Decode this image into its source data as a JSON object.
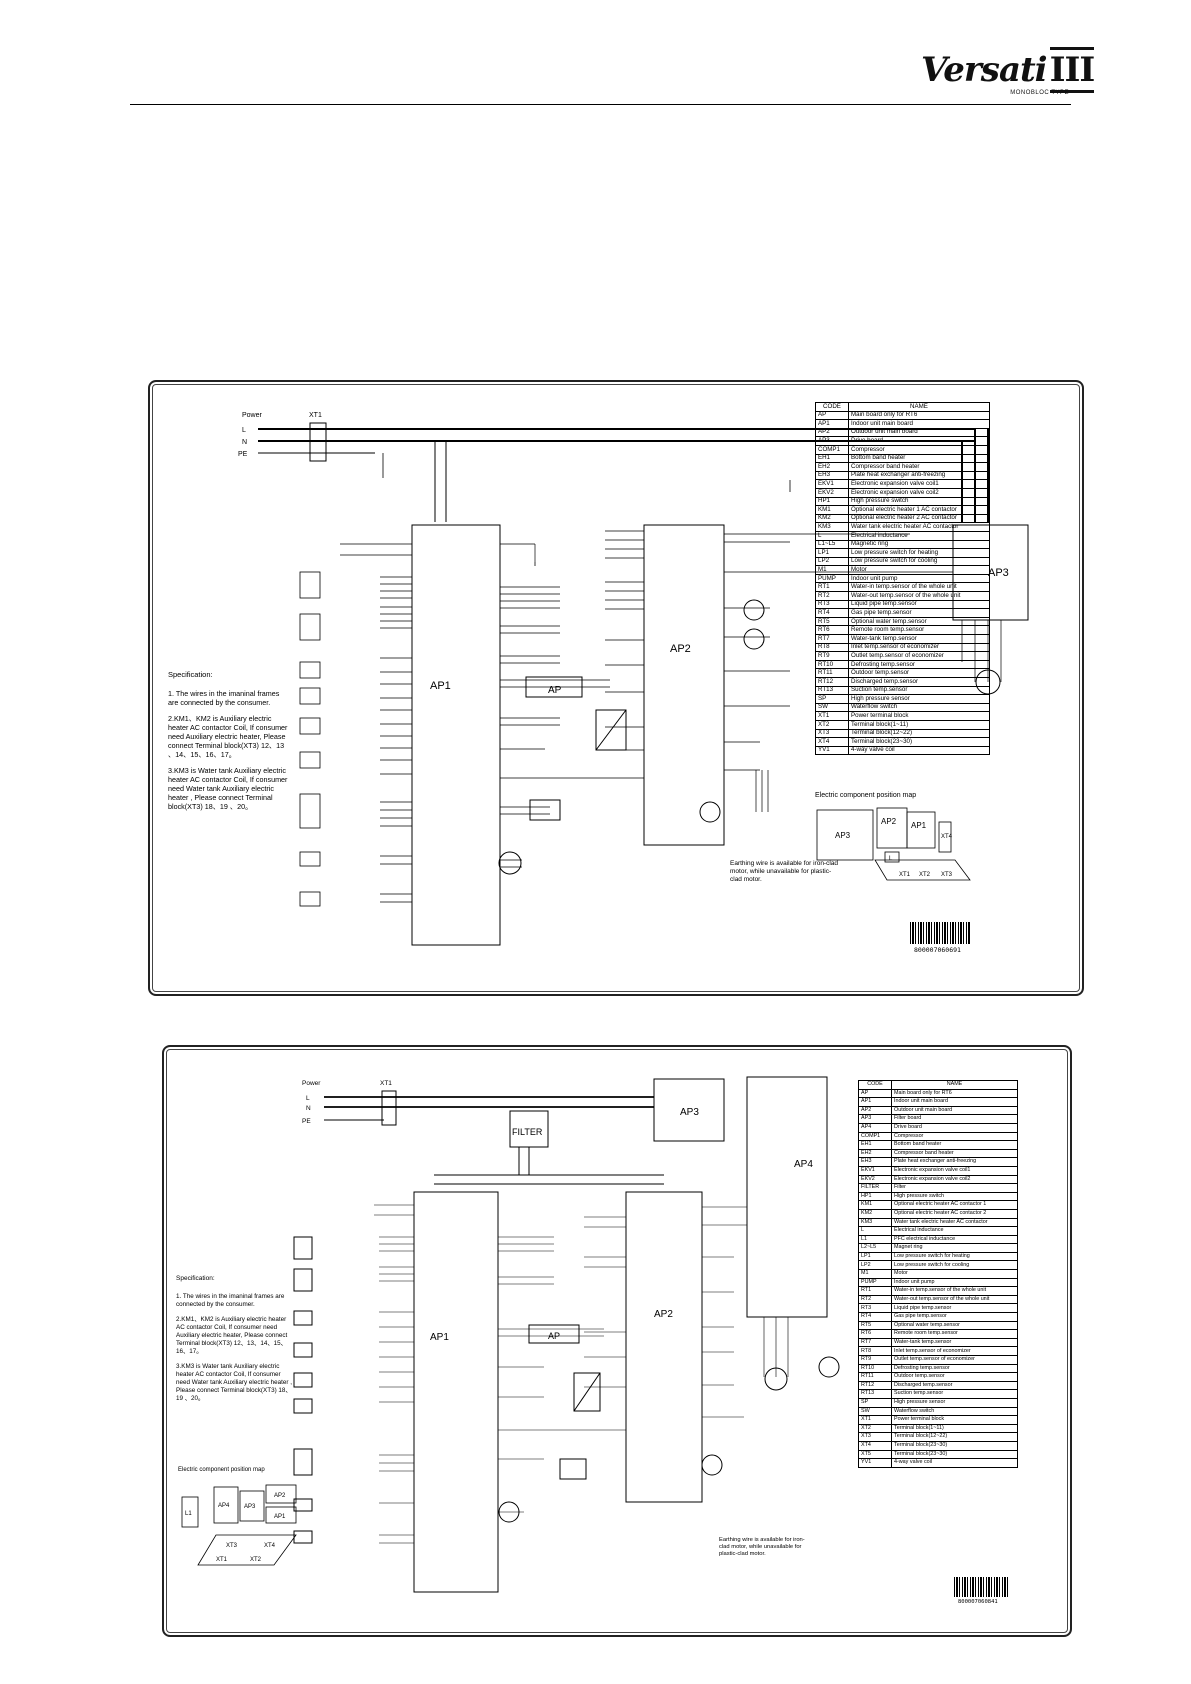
{
  "header": {
    "brand": "Versati",
    "brand_numeral": "III",
    "brand_sub": "MONOBLOC TYPE"
  },
  "diagram1": {
    "power_label": "Power",
    "terminals": [
      "L",
      "N",
      "PE"
    ],
    "xt1": "XT1",
    "boards": {
      "ap1": "AP1",
      "ap2": "AP2",
      "ap3": "AP3",
      "ap": "AP"
    },
    "spec": {
      "title": "Specification:",
      "p1": "1. The wires in the imaninal frames are connected by the consumer.",
      "p2": "2.KM1、KM2 is Auxiliary electric heater AC contactor Coil, If consumer need Auxiliary electric heater, Please connect Terminal block(XT3) 12、13 、14、15、16、17。",
      "p3": "3.KM3 is Water tank Auxiliary electric heater AC contactor Coil, If consumer need Water tank Auxiliary electric heater , Please connect Terminal block(XT3) 18、19 、20。"
    },
    "earthing_note": "Earthing wire is available for iron-clad motor, while unavailable for plastic-clad motor.",
    "map_title": "Electric component position map",
    "map_items": [
      "AP3",
      "AP2",
      "AP1",
      "L",
      "XT1",
      "XT2",
      "XT3",
      "XT4"
    ],
    "barcode": "800007060691",
    "table_header": [
      "CODE",
      "NAME"
    ],
    "table": [
      [
        "AP",
        "Main board only for RT6"
      ],
      [
        "AP1",
        "Indoor unit main board"
      ],
      [
        "AP2",
        "Outdoor unit main board"
      ],
      [
        "AP3",
        "Drive board"
      ],
      [
        "COMP1",
        "Compressor"
      ],
      [
        "EH1",
        "Bottom band heater"
      ],
      [
        "EH2",
        "Compressor band heater"
      ],
      [
        "EH3",
        "Plate heat exchanger anti-freezing"
      ],
      [
        "EKV1",
        "Electronic expansion valve coil1"
      ],
      [
        "EKV2",
        "Electronic expansion valve coil2"
      ],
      [
        "HP1",
        "High pressure switch"
      ],
      [
        "KM1",
        "Optional electric heater 1 AC contactor"
      ],
      [
        "KM2",
        "Optional electric heater 2 AC contactor"
      ],
      [
        "KM3",
        "Water tank electric heater AC contactor"
      ],
      [
        "L",
        "Electrical inductance"
      ],
      [
        "L1~L5",
        "Magnetic ring"
      ],
      [
        "LP1",
        "Low pressure switch for heating"
      ],
      [
        "LP2",
        "Low pressure switch for cooling"
      ],
      [
        "M1",
        "Motor"
      ],
      [
        "PUMP",
        "Indoor unit pump"
      ],
      [
        "RT1",
        "Water-in temp.sensor of the whole unit"
      ],
      [
        "RT2",
        "Water-out temp.sensor of the whole unit"
      ],
      [
        "RT3",
        "Liquid pipe temp.sensor"
      ],
      [
        "RT4",
        "Gas pipe temp.sensor"
      ],
      [
        "RT5",
        "Optional water temp.sensor"
      ],
      [
        "RT6",
        "Remote room temp.sensor"
      ],
      [
        "RT7",
        "Water-tank temp.sensor"
      ],
      [
        "RT8",
        "Inlet temp.sensor of economizer"
      ],
      [
        "RT9",
        "Outlet temp.sensor of economizer"
      ],
      [
        "RT10",
        "Defrosting temp.sensor"
      ],
      [
        "RT11",
        "Outdoor temp.sensor"
      ],
      [
        "RT12",
        "Discharged temp.sensor"
      ],
      [
        "RT13",
        "Suction temp.sensor"
      ],
      [
        "SP",
        "High pressure sensor"
      ],
      [
        "SW",
        "Waterflow switch"
      ],
      [
        "XT1",
        "Power terminal block"
      ],
      [
        "XT2",
        "Terminal block(1~11)"
      ],
      [
        "XT3",
        "Terminal block(12~22)"
      ],
      [
        "XT4",
        "Terminal block(23~30)"
      ],
      [
        "YV1",
        "4-way valve coil"
      ]
    ]
  },
  "diagram2": {
    "power_label": "Power",
    "terminals": [
      "L",
      "N",
      "PE"
    ],
    "xt1": "XT1",
    "boards": {
      "ap1": "AP1",
      "ap2": "AP2",
      "ap3": "AP3",
      "ap4": "AP4",
      "filter": "FILTER",
      "ap": "AP"
    },
    "spec": {
      "title": "Specification:",
      "p1": "1. The wires in the imaninal frames are connected by the consumer.",
      "p2": "2.KM1、KM2 is Auxiliary electric heater AC contactor Coil, If consumer need Auxiliary electric heater, Please connect Terminal block(XT3) 12、13、14、15、16、17。",
      "p3": "3.KM3 is Water tank Auxiliary electric heater AC contactor Coil, If consumer need Water tank Auxiliary electric heater , Please connect Terminal block(XT3) 18、19 、20。"
    },
    "earthing_note": "Earthing wire is available for iron-clad motor, while unavailable for plastic-clad motor.",
    "map_title": "Electric component position map",
    "map_items": [
      "L1",
      "AP4",
      "AP3",
      "AP2",
      "AP1",
      "XT3",
      "XT4",
      "XT1",
      "XT2"
    ],
    "barcode": "800007060841",
    "table_header": [
      "CODE",
      "NAME"
    ],
    "table": [
      [
        "AP",
        "Main board only for RT6"
      ],
      [
        "AP1",
        "Indoor unit main board"
      ],
      [
        "AP2",
        "Outdoor unit main board"
      ],
      [
        "AP3",
        "Filter board"
      ],
      [
        "AP4",
        "Drive board"
      ],
      [
        "COMP1",
        "Compressor"
      ],
      [
        "EH1",
        "Bottom band heater"
      ],
      [
        "EH2",
        "Compressor band heater"
      ],
      [
        "EH3",
        "Plate heat exchanger anti-freezing"
      ],
      [
        "EKV1",
        "Electronic expansion valve coil1"
      ],
      [
        "EKV2",
        "Electronic expansion valve coil2"
      ],
      [
        "FILTER",
        "Filter"
      ],
      [
        "HP1",
        "High pressure switch"
      ],
      [
        "KM1",
        "Optional electric heater AC contactor 1"
      ],
      [
        "KM2",
        "Optional electric heater AC contactor 2"
      ],
      [
        "KM3",
        "Water tank electric heater AC contactor"
      ],
      [
        "L",
        "Electrical inductance"
      ],
      [
        "L1",
        "PFC electrical inductance"
      ],
      [
        "L2~L5",
        "Magnet ring"
      ],
      [
        "LP1",
        "Low pressure switch for heating"
      ],
      [
        "LP2",
        "Low pressure switch for cooling"
      ],
      [
        "M1",
        "Motor"
      ],
      [
        "PUMP",
        "Indoor unit pump"
      ],
      [
        "RT1",
        "Water-in temp.sensor of the whole unit"
      ],
      [
        "RT2",
        "Water-out temp.sensor of the whole unit"
      ],
      [
        "RT3",
        "Liquid pipe temp.sensor"
      ],
      [
        "RT4",
        "Gas pipe temp.sensor"
      ],
      [
        "RT5",
        "Optional water temp.sensor"
      ],
      [
        "RT6",
        "Remote room temp.sensor"
      ],
      [
        "RT7",
        "Water-tank temp.sensor"
      ],
      [
        "RT8",
        "Inlet temp.sensor of economizer"
      ],
      [
        "RT9",
        "Outlet temp.sensor of economizer"
      ],
      [
        "RT10",
        "Defrosting temp.sensor"
      ],
      [
        "RT11",
        "Outdoor temp.sensor"
      ],
      [
        "RT12",
        "Discharged temp.sensor"
      ],
      [
        "RT13",
        "Suction temp.sensor"
      ],
      [
        "SP",
        "High pressure sensor"
      ],
      [
        "SW",
        "Waterflow switch"
      ],
      [
        "XT1",
        "Power terminal block"
      ],
      [
        "XT2",
        "Terminal block(1~11)"
      ],
      [
        "XT3",
        "Terminal block(12~22)"
      ],
      [
        "XT4",
        "Terminal block(23~30)"
      ],
      [
        "XT5",
        "Terminal block(23~30)"
      ],
      [
        "YV1",
        "4-way valve coil"
      ]
    ]
  }
}
